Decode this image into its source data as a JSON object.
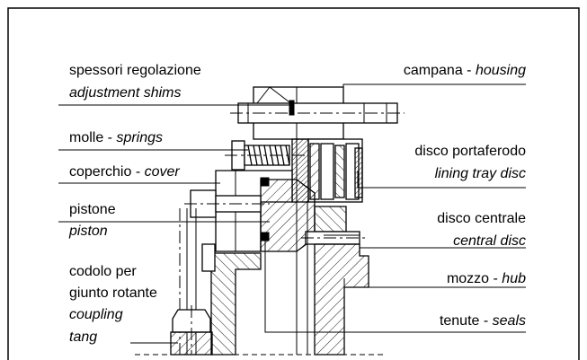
{
  "labels": {
    "adjustment_shims_it": "spessori regolazione",
    "adjustment_shims_en": "adjustment shims",
    "housing_it": "campana - ",
    "housing_en": "housing",
    "springs_it": "molle - ",
    "springs_en": "springs",
    "lining_tray_disc_it": "disco portaferodo",
    "lining_tray_disc_en": "lining tray disc",
    "cover_it": "coperchio - ",
    "cover_en": "cover",
    "piston_it": "pistone",
    "piston_en": "piston",
    "central_disc_it": "disco centrale",
    "central_disc_en": "central disc",
    "coupling_tang_it_1": "codolo per",
    "coupling_tang_it_2": "giunto rotante",
    "coupling_tang_en_1": "coupling",
    "coupling_tang_en_2": "tang",
    "hub_it": "mozzo - ",
    "hub_en": "hub",
    "seals_it": "tenute - ",
    "seals_en": "seals"
  }
}
